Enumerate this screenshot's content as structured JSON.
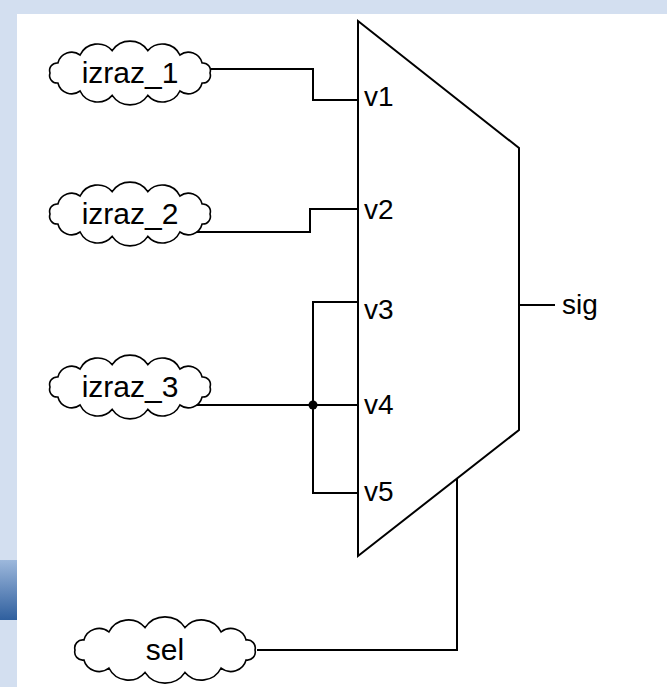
{
  "diagram": {
    "nodes": [
      {
        "text": [
          "izraz_1"
        ]
      },
      {
        "text": [
          "izraz_2"
        ]
      },
      {
        "text": [
          "v1",
          "v2",
          "v3",
          "v4",
          "v5"
        ]
      },
      {
        "text": [
          "izraz_3"
        ]
      },
      {
        "text": [
          "sel"
        ]
      }
    ],
    "edges": [
      {
        "from": 0,
        "to": 2,
        "arrow": "none"
      },
      {
        "from": 1,
        "to": 2,
        "arrow": "none"
      },
      {
        "from": 3,
        "to": 2,
        "arrow": "none"
      },
      {
        "from": 4,
        "to": 2,
        "arrow": "none"
      }
    ],
    "labels": [
      "sig"
    ]
  }
}
